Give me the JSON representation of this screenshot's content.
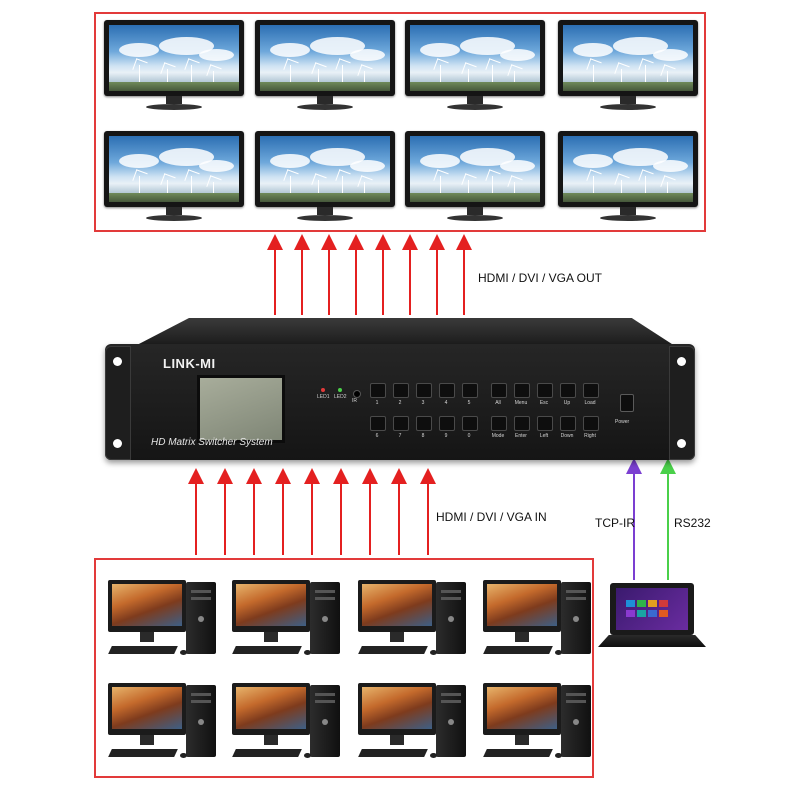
{
  "labels": {
    "output": "HDMI / DVI / VGA OUT",
    "input": "HDMI / DVI / VGA IN",
    "tcp_ir": "TCP-IR",
    "rs232": "RS232"
  },
  "device": {
    "brand": "LINK-MI",
    "system_name": "HD Matrix Switcher System",
    "led1": "LED1",
    "led2": "LED2",
    "ir": "IR",
    "number_keys_top": [
      "1",
      "2",
      "3",
      "4",
      "5"
    ],
    "number_keys_bottom": [
      "6",
      "7",
      "8",
      "9",
      "0"
    ],
    "function_keys_top": [
      "All",
      "Menu",
      "Esc",
      "Up",
      "Load"
    ],
    "function_keys_bottom": [
      "Mode",
      "Enter",
      "Left",
      "Down",
      "Right"
    ],
    "power": "Power"
  },
  "outputs": {
    "count": 8
  },
  "inputs": {
    "count": 8
  },
  "colors": {
    "signal_arrows": "#e42020",
    "group_border": "#e23a3a",
    "tcp_ir_arrow": "#7b3fd1",
    "rs232_arrow": "#4ad04a"
  },
  "icons": {
    "output": "flat-screen-monitor-icon",
    "input": "desktop-pc-icon",
    "controller": "laptop-icon"
  }
}
